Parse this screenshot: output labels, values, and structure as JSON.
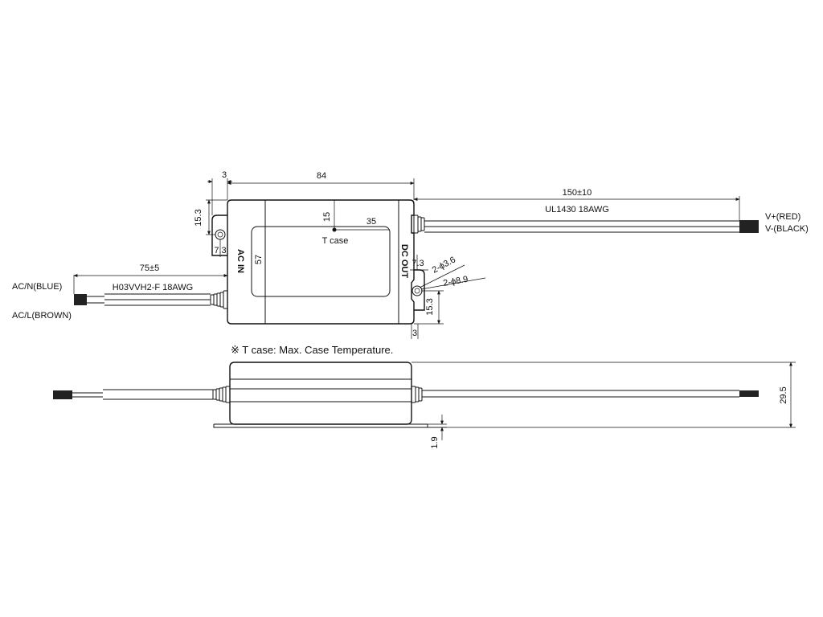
{
  "top_view": {
    "dims": {
      "tab_width": "3",
      "body_length": "84",
      "dc_cable_length": "150±10",
      "dc_cable_type": "UL1430 18AWG",
      "tcase_vertical": "15",
      "tcase_horizontal": "35",
      "body_height": "57",
      "left_hole_vertical": "15.3",
      "left_hole_horizontal": "7.3",
      "ac_cable_length": "75±5",
      "ac_cable_type": "H03VVH2-F 18AWG",
      "right_hole_horizontal": "7.3",
      "hole_small": "2-ϕ3.6",
      "hole_large": "2-ϕ8.9",
      "right_hole_vertical": "15.3",
      "right_tab_width": "3"
    },
    "labels": {
      "tcase": "T case",
      "ac_in": "AC IN",
      "dc_out": "DC OUT",
      "v_plus": "V+(RED)",
      "v_minus": "V-(BLACK)",
      "ac_n": "AC/N(BLUE)",
      "ac_l": "AC/L(BROWN)"
    }
  },
  "note": "※ T case: Max. Case Temperature.",
  "side_view": {
    "dims": {
      "height": "29.5",
      "tab_thickness": "1.9"
    }
  }
}
